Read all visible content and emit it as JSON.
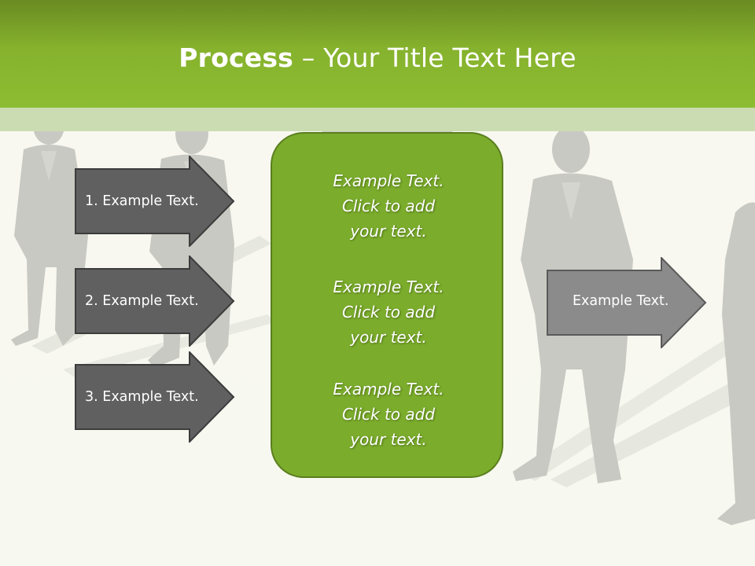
{
  "title": {
    "bold": "Process",
    "rest": " – Your Title Text Here"
  },
  "left_arrows": [
    {
      "label": "1. Example Text."
    },
    {
      "label": "2. Example Text."
    },
    {
      "label": "3. Example Text."
    }
  ],
  "center_box": {
    "paragraphs": [
      "Example Text.\nClick  to add\nyour text.",
      "Example Text.\nClick  to add\nyour text.",
      "Example Text.\nClick  to add\nyour text."
    ]
  },
  "right_arrow": {
    "label": "Example Text."
  },
  "colors": {
    "header_green": "#8dbd32",
    "box_green": "#7bac2c",
    "arrow_dark": "#5e5e5e",
    "arrow_light": "#8a8a8a",
    "silhouette": "#c8c8c2"
  }
}
